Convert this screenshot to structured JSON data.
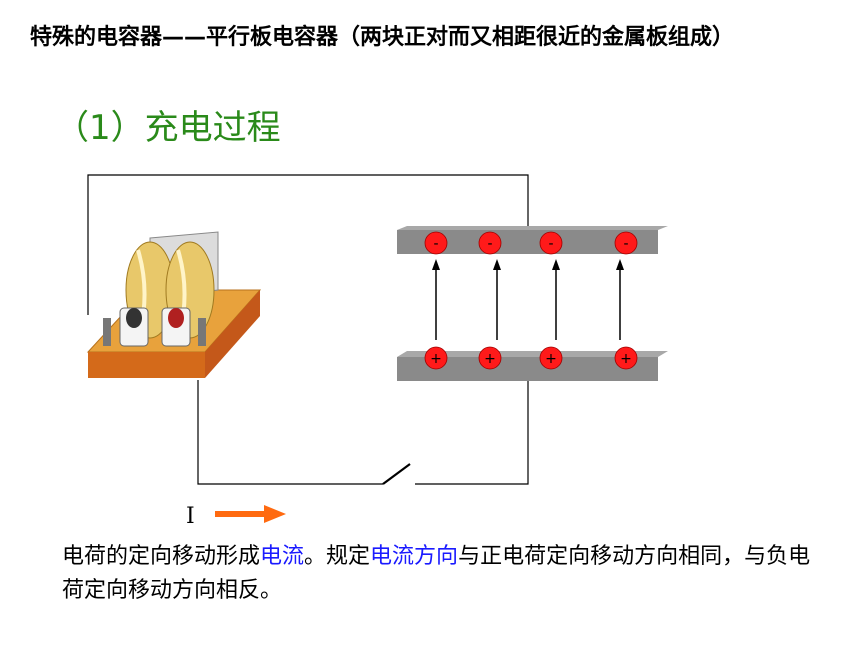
{
  "intro": {
    "text": "特殊的电容器——平行板电容器（两块正对而又相距很近的金属板组成）"
  },
  "heading": "（1）充电过程",
  "diagram": {
    "current_label": "I",
    "negative_sign": "-",
    "positive_sign": "+",
    "charge_count_per_plate": 4
  },
  "explanation": {
    "part1": "电荷的定向移动形成",
    "term1": "电流",
    "part2": "。规定",
    "term2": "电流方向",
    "part3": "与正电荷定向移动方向相同，与负电荷定向移动方向相反。"
  },
  "colors": {
    "heading": "#2a8a1a",
    "highlight": "#1a1aff",
    "plate": "#8a8a8a",
    "charge": "#ff1a1a",
    "arrow_current": "#ff6a10"
  }
}
